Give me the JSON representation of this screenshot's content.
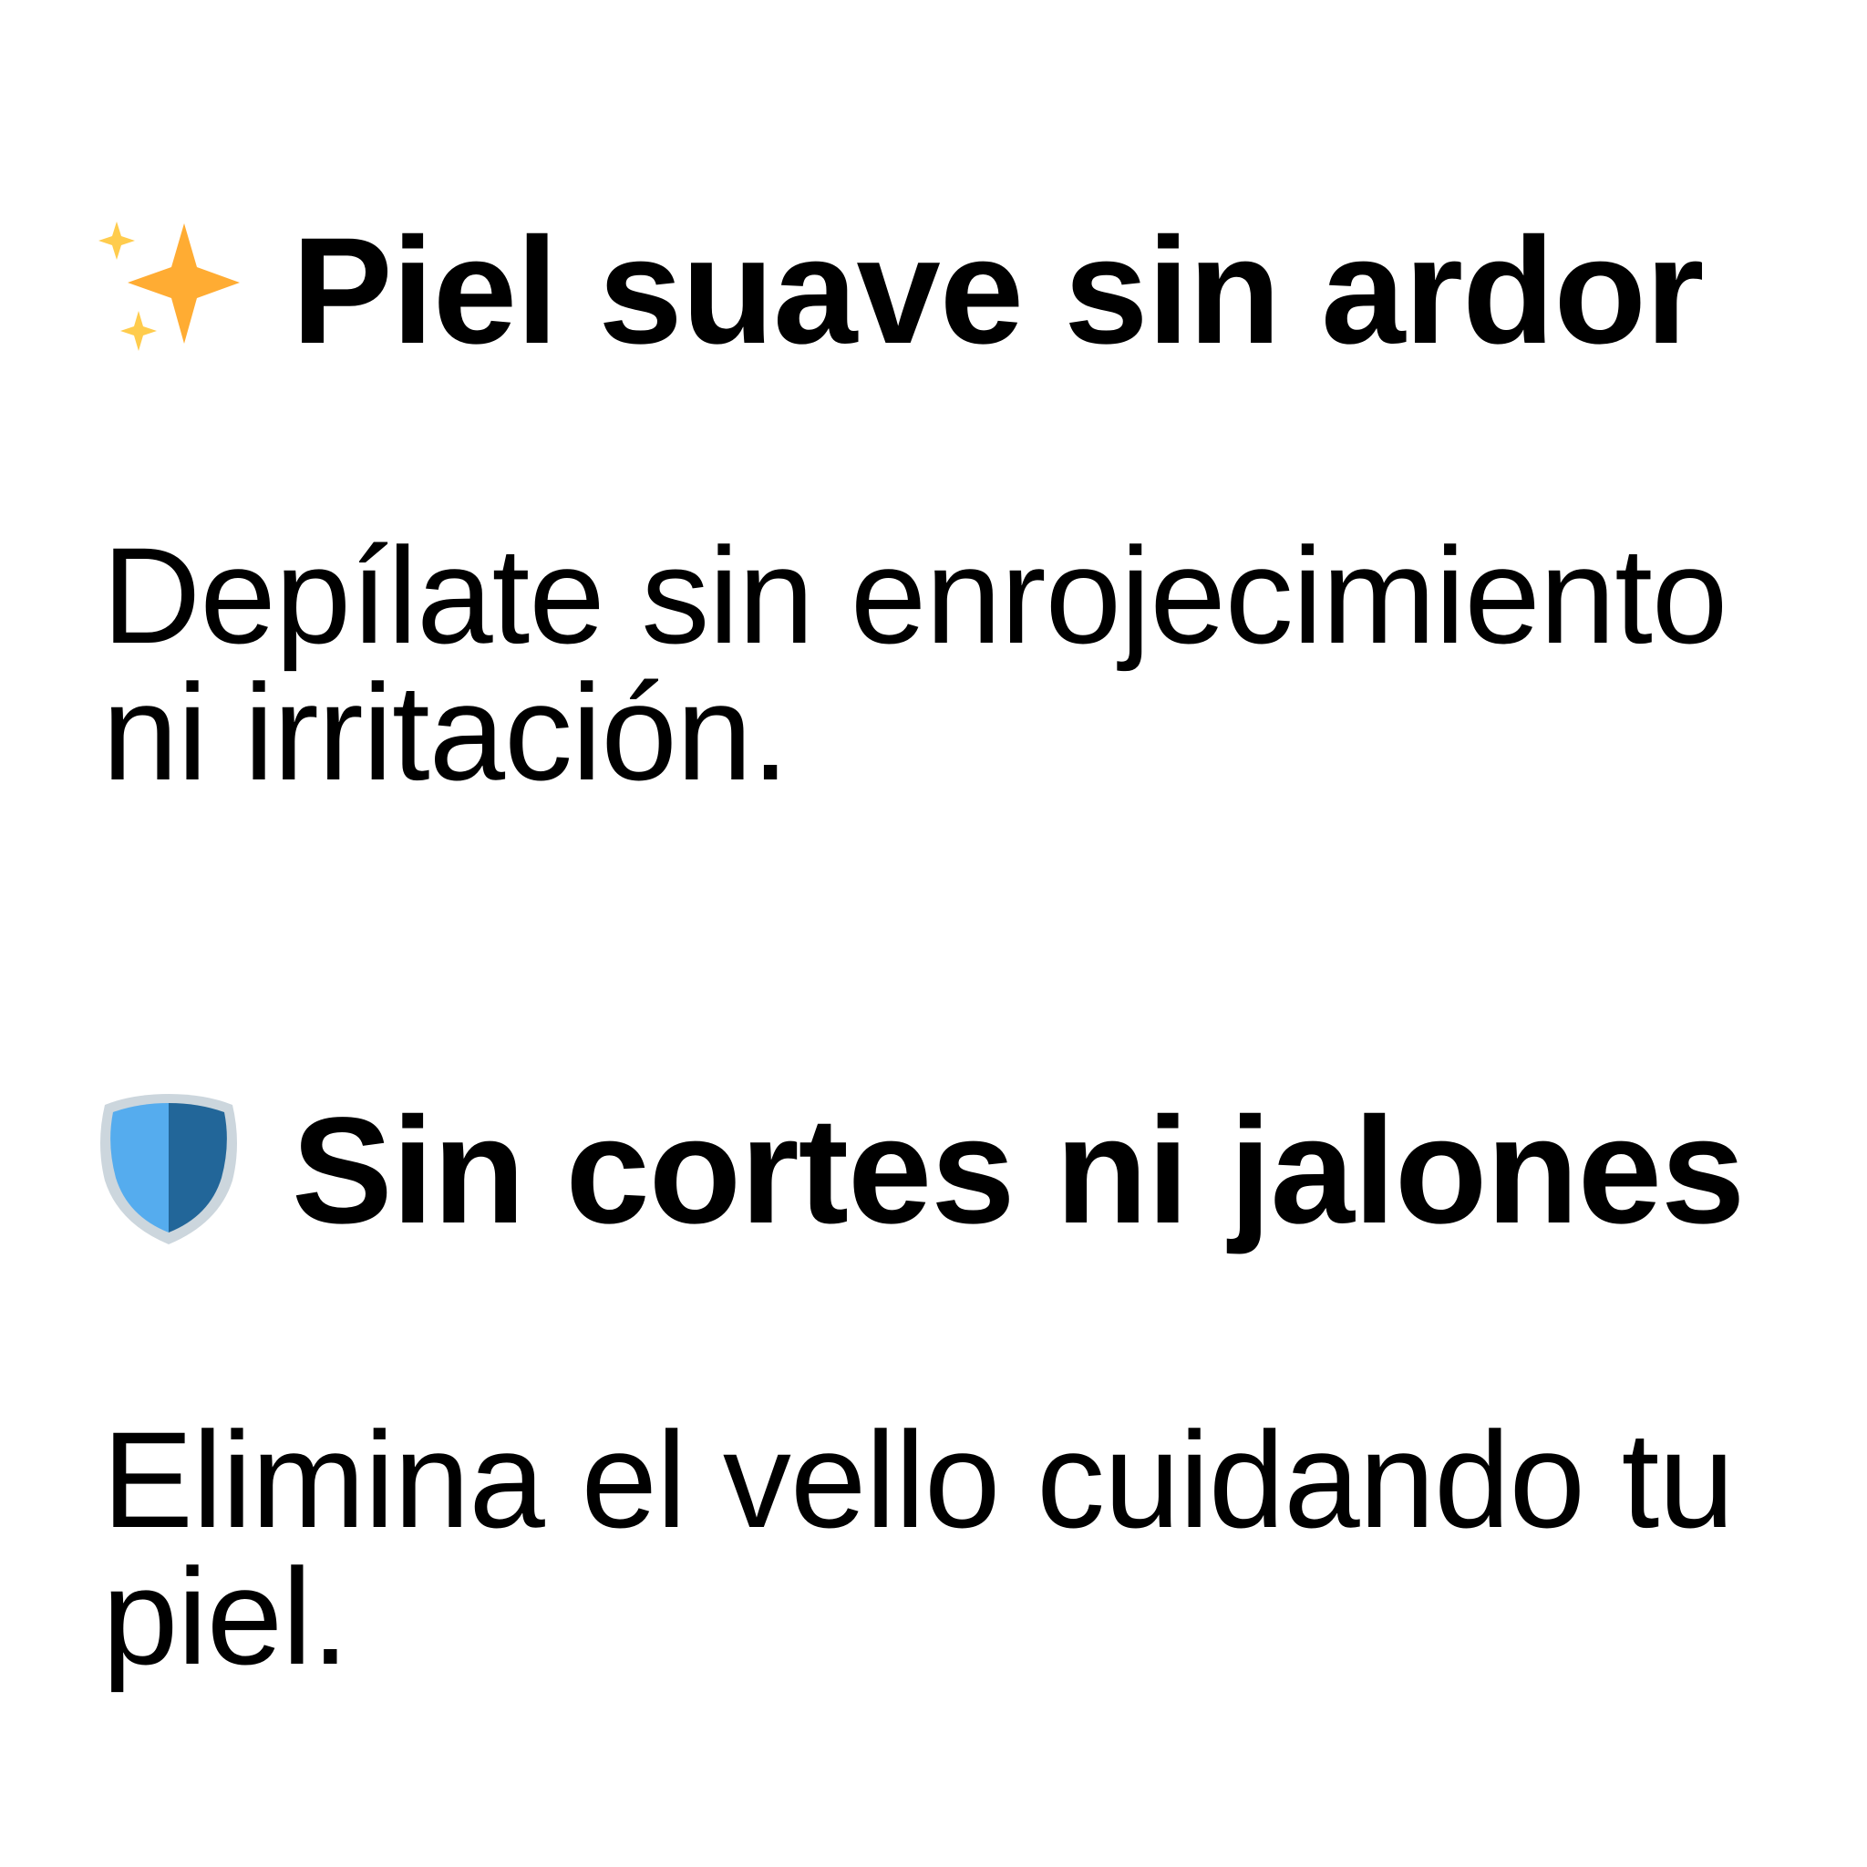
{
  "features": [
    {
      "icon": "sparkles-icon",
      "title": "Piel suave sin ardor",
      "description": "Depílate sin enrojecimiento ni irritación."
    },
    {
      "icon": "shield-icon",
      "title": "Sin cortes ni jalones",
      "description": "Elimina el vello cuidando tu piel."
    }
  ],
  "colors": {
    "sparkle_large": "#FFAC33",
    "sparkle_small": "#FFCC4D",
    "shield_light": "#55ACEE",
    "shield_dark": "#226699",
    "shield_rim": "#CCD6DD",
    "text": "#000000",
    "background": "#FFFFFF"
  }
}
